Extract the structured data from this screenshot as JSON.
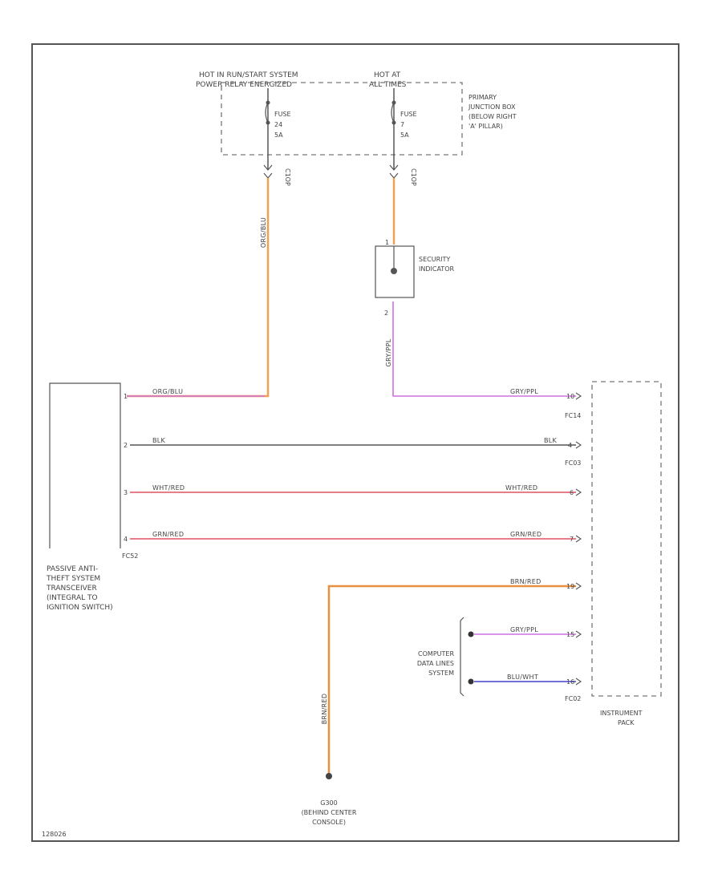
{
  "sources": {
    "hot_run_start": {
      "line1": "HOT IN RUN/START SYSTEM",
      "line2": "POWER RELAY ENERGIZED"
    },
    "hot_at_all_times": {
      "line1": "HOT AT",
      "line2": "ALL TIMES"
    }
  },
  "fuses": {
    "left": {
      "name": "FUSE",
      "number": "24",
      "rating": "5A",
      "connector": "C1OP"
    },
    "right": {
      "name": "FUSE",
      "number": "7",
      "rating": "5A",
      "connector": "C1OP"
    }
  },
  "junction_box": {
    "line1": "PRIMARY",
    "line2": "JUNCTION BOX",
    "line3": "(BELOW RIGHT",
    "line4": "'A' PILLAR)"
  },
  "security_indicator": {
    "line1": "SECURITY",
    "line2": "INDICATOR",
    "pin_top": "1",
    "pin_bottom": "2"
  },
  "transceiver": {
    "line1": "PASSIVE ANTI-",
    "line2": "THEFT SYSTEM",
    "line3": "TRANSCEIVER",
    "line4": "(INTEGRAL TO",
    "line5": "IGNITION SWITCH)",
    "connector": "FC52"
  },
  "wires": {
    "org_blu_vert": "ORG/BLU",
    "org_blu": "ORG/BLU",
    "gry_ppl_vert": "GRY/PPL",
    "gry_ppl_upper": "GRY/PPL",
    "blk_left": "BLK",
    "blk_right": "BLK",
    "wht_red_left": "WHT/RED",
    "wht_red_right": "WHT/RED",
    "grn_red_left": "GRN/RED",
    "grn_red_right": "GRN/RED",
    "brn_red": "BRN/RED",
    "brn_vert": "BRN/RED",
    "gry_ppl_lower": "GRY/PPL",
    "blu_wht": "BLU/WHT"
  },
  "pins": {
    "tx_1": "1",
    "tx_2": "2",
    "tx_3": "3",
    "tx_4": "4",
    "ic_10": "10",
    "ic_4": "4",
    "ic_6": "6",
    "ic_7": "7",
    "ic_19": "19",
    "ic_15": "15",
    "ic_16": "16"
  },
  "connectors": {
    "fc14": "FC14",
    "fc03": "FC03",
    "fc02": "FC02",
    "fc52": "FC52"
  },
  "instrument": {
    "line1": "INSTRUMENT",
    "line2": "PACK"
  },
  "data_lines": {
    "line1": "COMPUTER",
    "line2": "DATA LINES",
    "line3": "SYSTEM"
  },
  "ground": {
    "line1": "G300",
    "line2": "(BEHIND CENTER",
    "line3": "CONSOLE)"
  },
  "footer_id": "128026",
  "colors": {
    "orange": "#f0a050",
    "violet": "#d070e0",
    "black": "#555555",
    "red": "#e05060",
    "blue": "#4040d0",
    "brown_orange": "#e89040"
  }
}
